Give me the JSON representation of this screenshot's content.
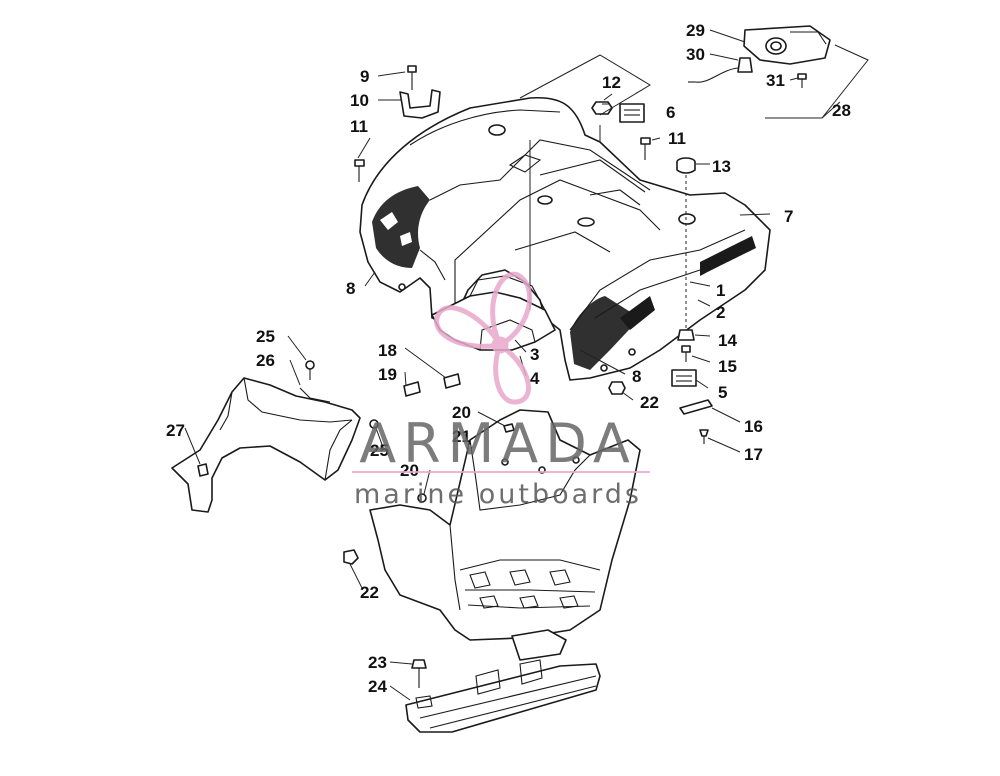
{
  "watermark": {
    "brand": "ARMADA",
    "tagline": "marine outboards",
    "accent_color": "#e8a8cc",
    "text_color": "#666666"
  },
  "callouts": [
    "1",
    "2",
    "3",
    "4",
    "5",
    "6",
    "7",
    "8",
    "8",
    "9",
    "10",
    "11",
    "11",
    "12",
    "13",
    "14",
    "15",
    "16",
    "17",
    "18",
    "19",
    "20",
    "20",
    "21",
    "22",
    "22",
    "23",
    "24",
    "25",
    "25",
    "26",
    "27",
    "28",
    "29",
    "30",
    "31"
  ]
}
